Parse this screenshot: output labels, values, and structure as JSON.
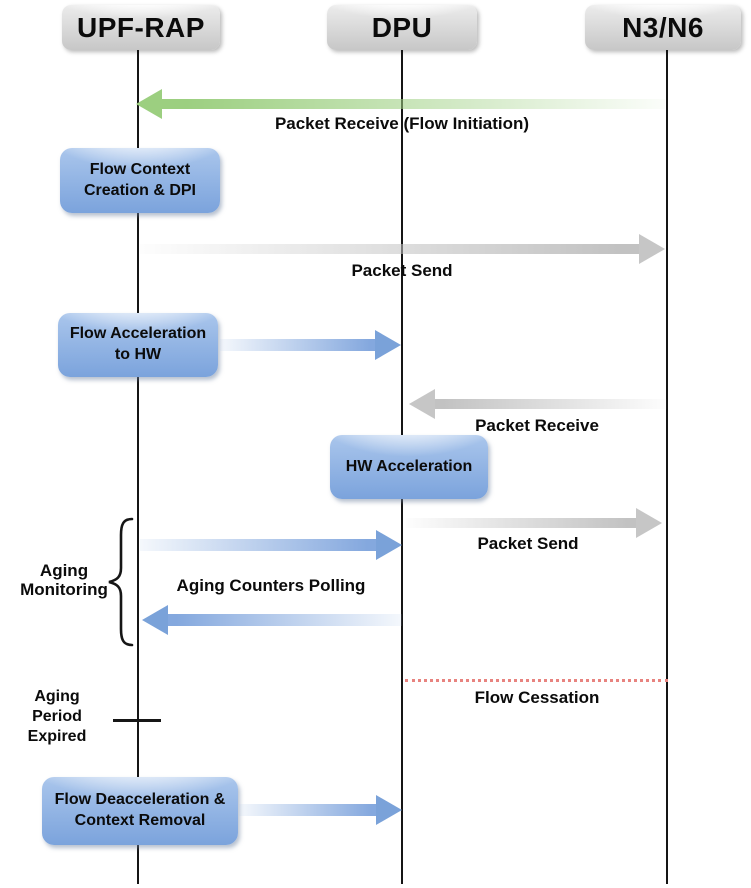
{
  "colors": {
    "arrow_green": "#9ccf80",
    "arrow_gray": "#c6c6c6",
    "arrow_blue": "#7aa2d9",
    "activity_box_blue": "#7ba3dc",
    "actor_box_gray": "#c7c7c7",
    "cessation_red": "#e8837f"
  },
  "actors": [
    {
      "label": "UPF-RAP"
    },
    {
      "label": "DPU"
    },
    {
      "label": "N3/N6"
    }
  ],
  "messages": [
    {
      "label": "Packet Receive (Flow Initiation)",
      "from": "N3/N6",
      "to": "UPF-RAP",
      "style": "green"
    },
    {
      "label": "Packet Send",
      "from": "UPF-RAP",
      "to": "N3/N6",
      "style": "gray"
    },
    {
      "label": "Packet Receive",
      "from": "N3/N6",
      "to": "DPU",
      "style": "gray"
    },
    {
      "label": "Packet Send",
      "from": "DPU",
      "to": "N3/N6",
      "style": "gray"
    },
    {
      "label": "Aging Counters Polling",
      "from": "UPF-RAP",
      "to": "DPU",
      "style": "blue",
      "bidirectional": true
    },
    {
      "label": "Flow Cessation",
      "from": "DPU",
      "to": "N3/N6",
      "style": "red-dotted"
    }
  ],
  "activities": [
    {
      "label": "Flow Context Creation & DPI",
      "on": "UPF-RAP"
    },
    {
      "label": "Flow Acceleration to HW",
      "on": "UPF-RAP"
    },
    {
      "label": "HW Acceleration",
      "on": "DPU"
    },
    {
      "label": "Flow Deacceleration & Context Removal",
      "on": "UPF-RAP"
    }
  ],
  "annotations": {
    "aging_monitoring": "Aging Monitoring",
    "aging_period_expired": "Aging Period Expired"
  }
}
